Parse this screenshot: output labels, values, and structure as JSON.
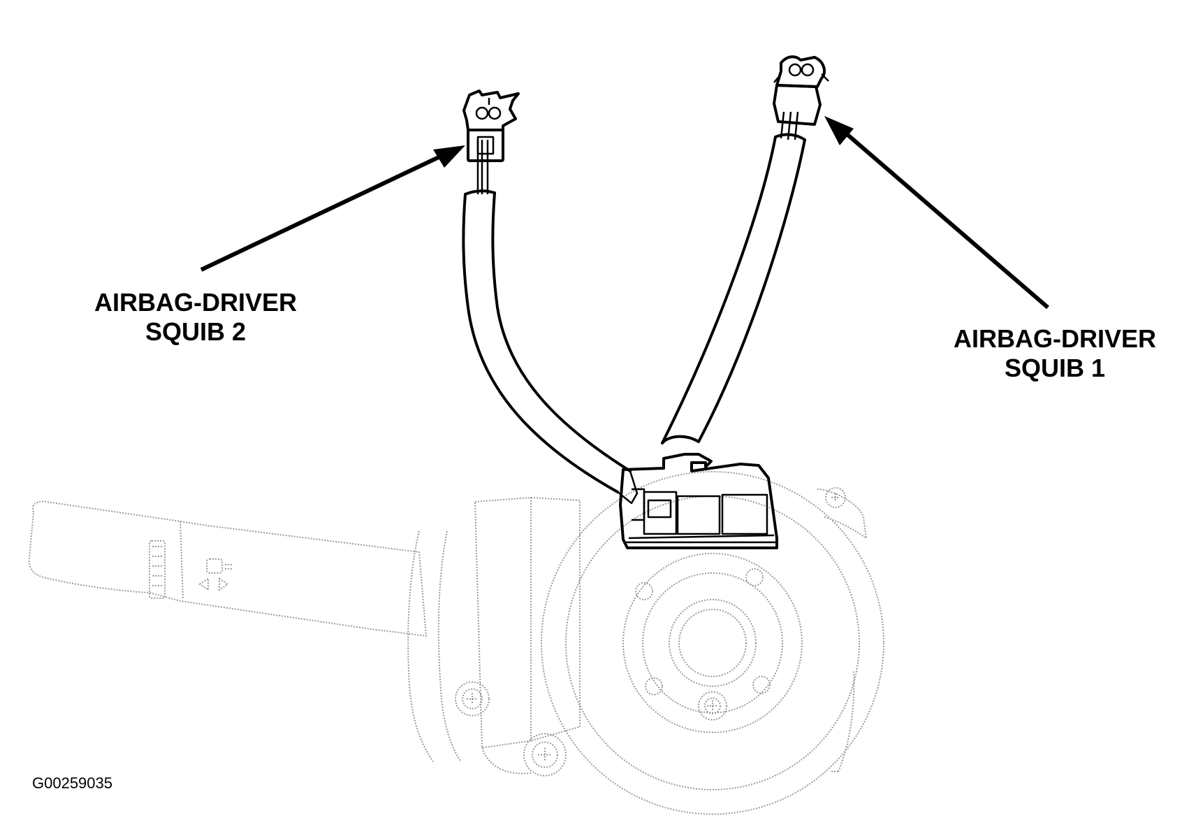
{
  "labels": {
    "squib_2": {
      "line1": "AIRBAG-DRIVER",
      "line2": "SQUIB 2"
    },
    "squib_1": {
      "line1": "AIRBAG-DRIVER",
      "line2": "SQUIB 1"
    }
  },
  "figure_id": "G00259035",
  "colors": {
    "ink": "#000000",
    "ghost": "#9a9a9a",
    "background": "#ffffff"
  }
}
